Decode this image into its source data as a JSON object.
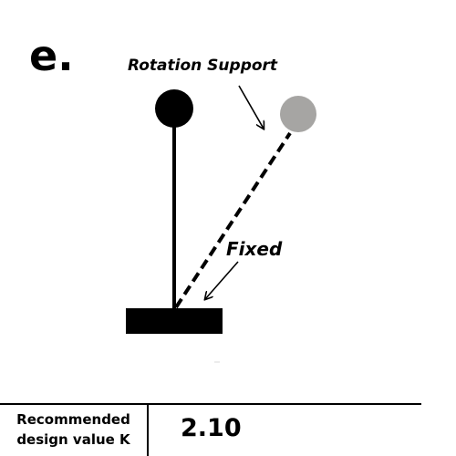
{
  "panel": {
    "letter": "e."
  },
  "labels": {
    "rotation_support": "Rotation Support",
    "fixed": "Fixed"
  },
  "table": {
    "row_label_line1": "Recommended",
    "row_label_line2": "design value K",
    "value": "2.10"
  },
  "colors": {
    "ink": "#000000",
    "displaced_node": "#a6a5a3",
    "background": "#ffffff"
  }
}
